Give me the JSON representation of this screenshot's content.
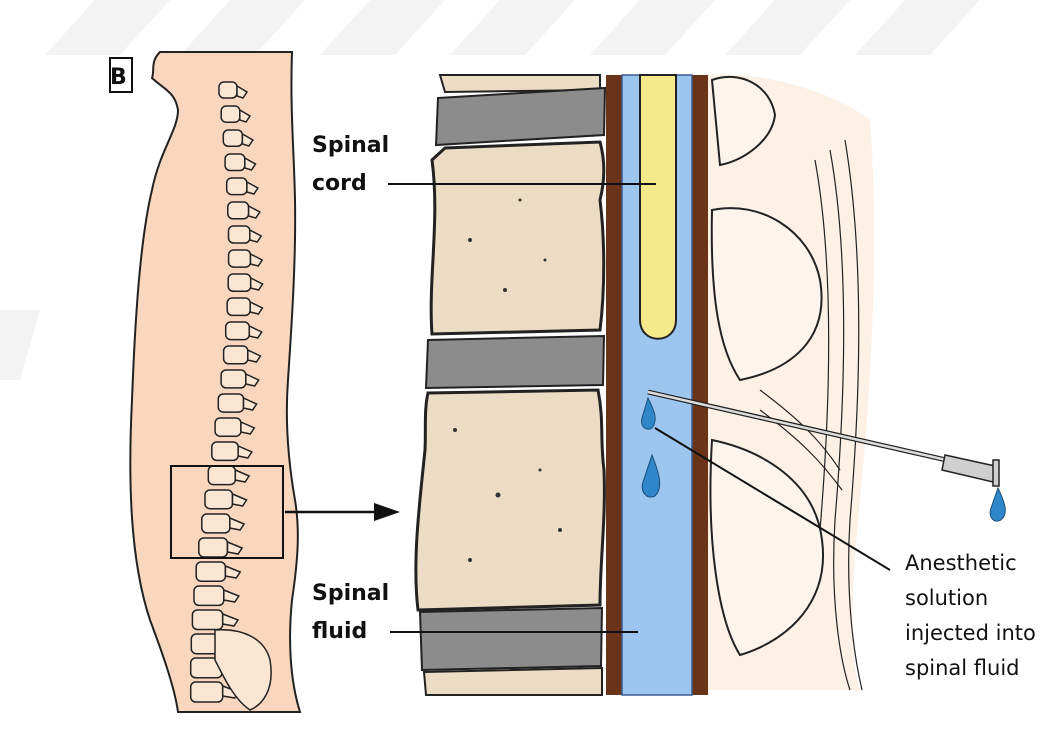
{
  "panel_letter": "B",
  "labels": {
    "spinal_cord": [
      "Spinal",
      "cord"
    ],
    "spinal_fluid": [
      "Spinal",
      "fluid"
    ],
    "anesthetic": [
      "Anesthetic",
      "solution",
      "injected into",
      "spinal fluid"
    ]
  },
  "colors": {
    "skin": "#f9d7bf",
    "vertebra": "#ecdcc3",
    "disc": "#8c8c8c",
    "dura": "#6b3317",
    "csf": "#9cc6ef",
    "cord": "#f5e98c",
    "drop": "#2f86c9"
  }
}
